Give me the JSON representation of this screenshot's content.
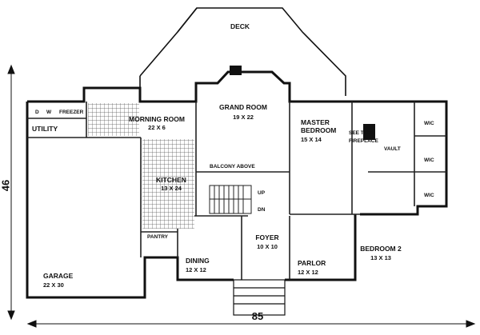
{
  "plan": {
    "dimensions": {
      "width_label": "85",
      "depth_label": "46"
    },
    "rooms": {
      "deck": "DECK",
      "grand_room": "GRAND ROOM",
      "grand_room_size": "19 X 22",
      "morning_room": "MORNING ROOM",
      "morning_room_size": "22 X 6",
      "master_bedroom_line1": "MASTER",
      "master_bedroom_line2": "BEDROOM",
      "master_bedroom_size": "15 X 14",
      "see_thru_line1": "SEE THRU",
      "see_thru_line2": "FIREPLACE",
      "vault": "VAULT",
      "wic_1": "WIC",
      "wic_2": "WIC",
      "wic_3": "WIC",
      "utility": "UTILITY",
      "washer": "W",
      "dryer": "D",
      "freezer": "FREEZER",
      "kitchen": "KITCHEN",
      "kitchen_size": "13 X 24",
      "balcony": "BALCONY ABOVE",
      "stair_up": "UP",
      "stair_down": "DN",
      "pantry": "PANTRY",
      "garage": "GARAGE",
      "garage_size": "22 X 30",
      "dining": "DINING",
      "dining_size": "12 X 12",
      "foyer": "FOYER",
      "foyer_size": "10 X 10",
      "parlor": "PARLOR",
      "parlor_size": "12 X 12",
      "bedroom2": "BEDROOM 2",
      "bedroom2_size": "13 X 13"
    }
  }
}
